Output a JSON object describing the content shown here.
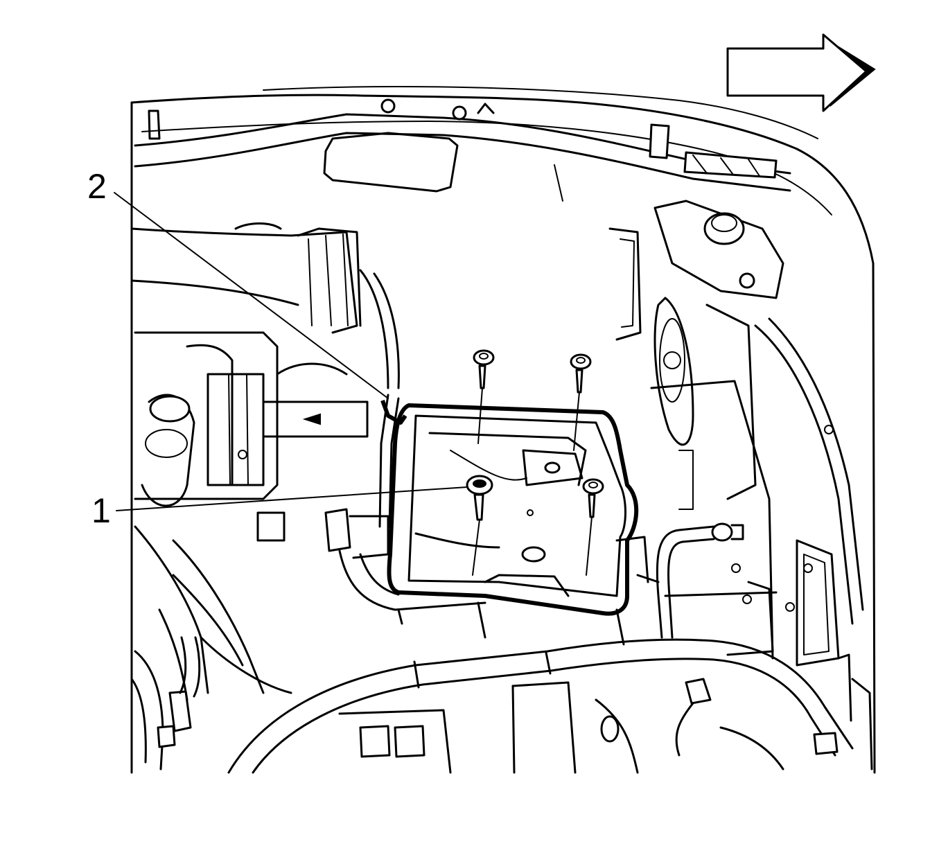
{
  "callouts": [
    {
      "id": "1",
      "label": "1"
    },
    {
      "id": "2",
      "label": "2"
    }
  ],
  "direction_arrow": {
    "icon": "arrow-right-icon",
    "meaning": "vehicle forward"
  },
  "colors": {
    "line": "#000000",
    "background": "#ffffff"
  }
}
